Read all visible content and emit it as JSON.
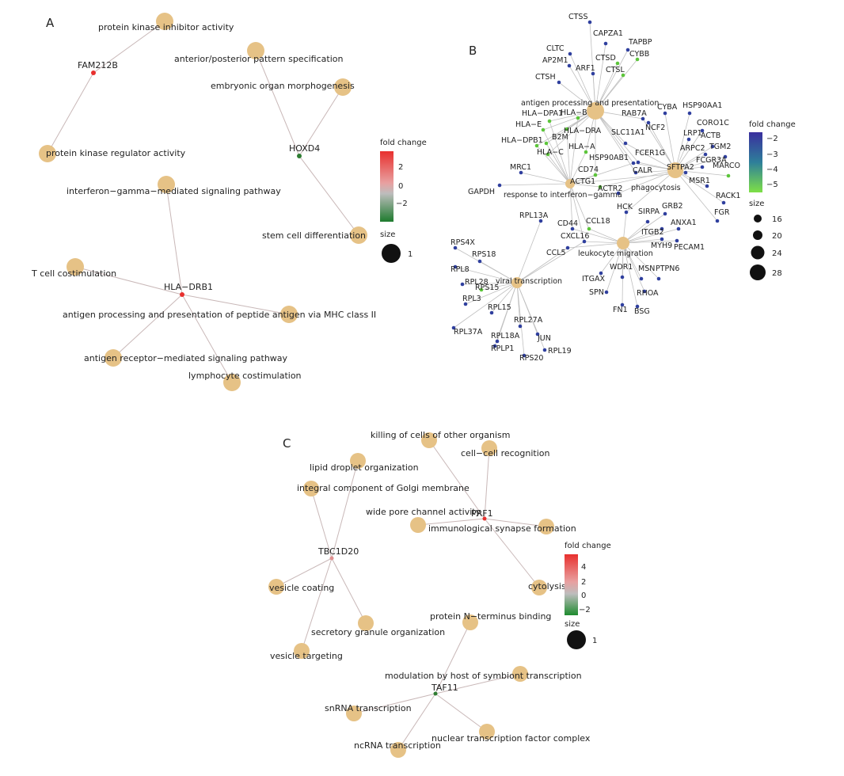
{
  "colors": {
    "term_node": "#e6c286",
    "gene_up": "#e8302e",
    "gene_down": "#2e7d32",
    "gene_blue": "#2f3f9e",
    "gene_teal": "#2c6f8f",
    "gene_green": "#5cc53a",
    "edge": "#c9b8b8"
  },
  "panels": [
    {
      "letter": "A",
      "legend": {
        "fold_title": "fold change",
        "fold_ticks": [
          "2",
          "0",
          "−2"
        ],
        "size_title": "size",
        "size_values": [
          "1"
        ]
      },
      "terms": [
        "protein kinase inhibitor activity",
        "protein kinase regulator activity",
        "anterior/posterior pattern specification",
        "embryonic organ morphogenesis",
        "stem cell differentiation",
        "interferon−gamma−mediated signaling pathway",
        "T cell costimulation",
        "antigen processing and presentation of peptide antigen via MHC class II",
        "antigen receptor−mediated signaling pathway",
        "lymphocyte costimulation"
      ],
      "genes": [
        {
          "label": "FAM212B",
          "color": "up"
        },
        {
          "label": "HOXD4",
          "color": "down"
        },
        {
          "label": "HLA−DRB1",
          "color": "up"
        }
      ]
    },
    {
      "letter": "B",
      "legend": {
        "fold_title": "fold change",
        "fold_ticks": [
          "−2",
          "−3",
          "−4",
          "−5"
        ],
        "size_title": "size",
        "size_values": [
          "16",
          "20",
          "24",
          "28"
        ]
      },
      "terms": [
        "antigen processing and presentation",
        "response to interferon−gamma",
        "phagocytosis",
        "leukocyte migration",
        "viral transcription"
      ],
      "genes": [
        "CTSS",
        "CAPZA1",
        "TAPBP",
        "CLTC",
        "CTSD",
        "CYBB",
        "AP2M1",
        "ARF1",
        "CTSL",
        "CTSH",
        "CYBA",
        "HSP90AA1",
        "RAB7A",
        "NCF2",
        "CORO1C",
        "LRP1",
        "ACTB",
        "ARPC2",
        "TGM2",
        "FCGR3A",
        "SFTPA2",
        "MARCO",
        "MSR1",
        "RACK1",
        "FGR",
        "HLA−DPA1",
        "HLA−B",
        "HLA−E",
        "HLA−DRA",
        "B2M",
        "HLA−DPB1",
        "HLA−C",
        "HLA−A",
        "SLC11A1",
        "HSP90AB1",
        "FCER1G",
        "CD74",
        "CALR",
        "ACTG1",
        "ACTR2",
        "MRC1",
        "GAPDH",
        "HCK",
        "SIRPA",
        "GRB2",
        "CD44",
        "CCL18",
        "ITGB2",
        "ANXA1",
        "CXCL16",
        "MYH9",
        "PECAM1",
        "CCL5",
        "RPL13A",
        "RPS4X",
        "RPS18",
        "RPL8",
        "RPL28",
        "RPS15",
        "RPL3",
        "RPL15",
        "RPL27A",
        "RPL37A",
        "RPL18A",
        "JUN",
        "RPLP1",
        "RPL19",
        "RPS20",
        "ITGAX",
        "WDR1",
        "MSN",
        "PTPN6",
        "SPN",
        "RHOA",
        "FN1",
        "BSG"
      ]
    },
    {
      "letter": "C",
      "legend": {
        "fold_title": "fold change",
        "fold_ticks": [
          "4",
          "2",
          "0",
          "−2"
        ],
        "size_title": "size",
        "size_values": [
          "1"
        ]
      },
      "terms": [
        "killing of cells of other organism",
        "cell−cell recognition",
        "wide pore channel activity",
        "immunological synapse formation",
        "cytolysis",
        "lipid droplet organization",
        "integral component of Golgi membrane",
        "vesicle coating",
        "secretory granule organization",
        "vesicle targeting",
        "protein N−terminus binding",
        "modulation by host of symbiont transcription",
        "snRNA transcription",
        "ncRNA transcription",
        "nuclear transcription factor complex"
      ],
      "genes": [
        {
          "label": "PRF1",
          "color": "up"
        },
        {
          "label": "TBC1D20",
          "color": "up"
        },
        {
          "label": "TAF11",
          "color": "down"
        }
      ]
    }
  ]
}
